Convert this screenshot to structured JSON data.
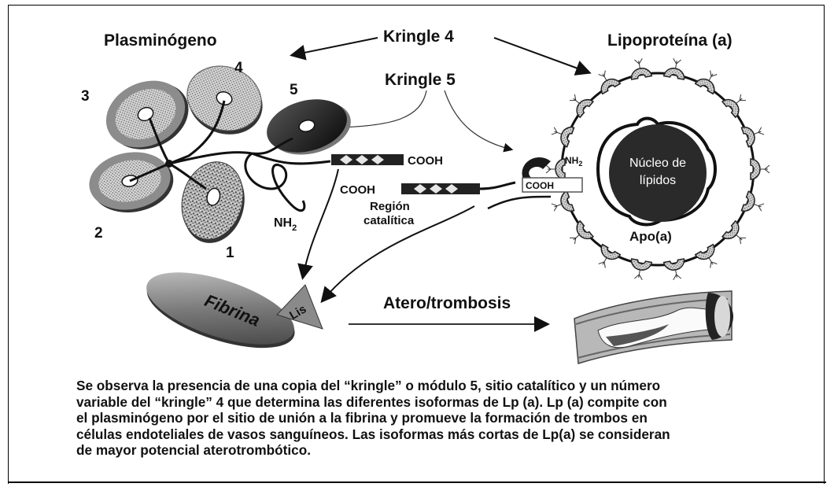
{
  "diagram": {
    "title_left": "Plasminógeno",
    "title_right": "Lipoproteína (a)",
    "kringle4_label": "Kringle 4",
    "kringle5_label": "Kringle 5",
    "kringle_numbers": [
      "1",
      "2",
      "3",
      "4",
      "5"
    ],
    "nh2_label": "NH",
    "nh2_subscript": "2",
    "nh2_small": "NH",
    "nh2_small_sub": "2",
    "cooh_upper": "COOH",
    "cooh_lower": "COOH",
    "cooh_small": "COOH",
    "region_line1": "Región",
    "region_line2": "catalítica",
    "nucleus_line1": "Núcleo de",
    "nucleus_line2": "lípidos",
    "apo_label": "Apo(a)",
    "fibrina_label": "Fibrina",
    "lis_label": "Lis",
    "atero_label": "Atero/trombosis"
  },
  "caption": {
    "lines": [
      "Se observa la presencia de una copia del “kringle” o módulo 5, sitio catalítico y un número",
      "variable del “kringle” 4 que determina las diferentes isoformas de Lp (a). Lp (a)  compite con",
      "el plasminógeno  por el sitio de unión a la fibrina y promueve la formación de trombos en",
      "células endoteliales de vasos sanguíneos. Las isoformas más cortas de Lp(a) se consideran",
      "de mayor potencial aterotrombótico."
    ]
  },
  "colors": {
    "ink": "#111111",
    "disc_gray": "#8c8c8c",
    "disc_light": "#d6d6d6",
    "kringle5_dark": "#1a1a1a",
    "fibrina_gray": "#7a7a7a",
    "nucleus_dark": "#2a2a2a"
  }
}
